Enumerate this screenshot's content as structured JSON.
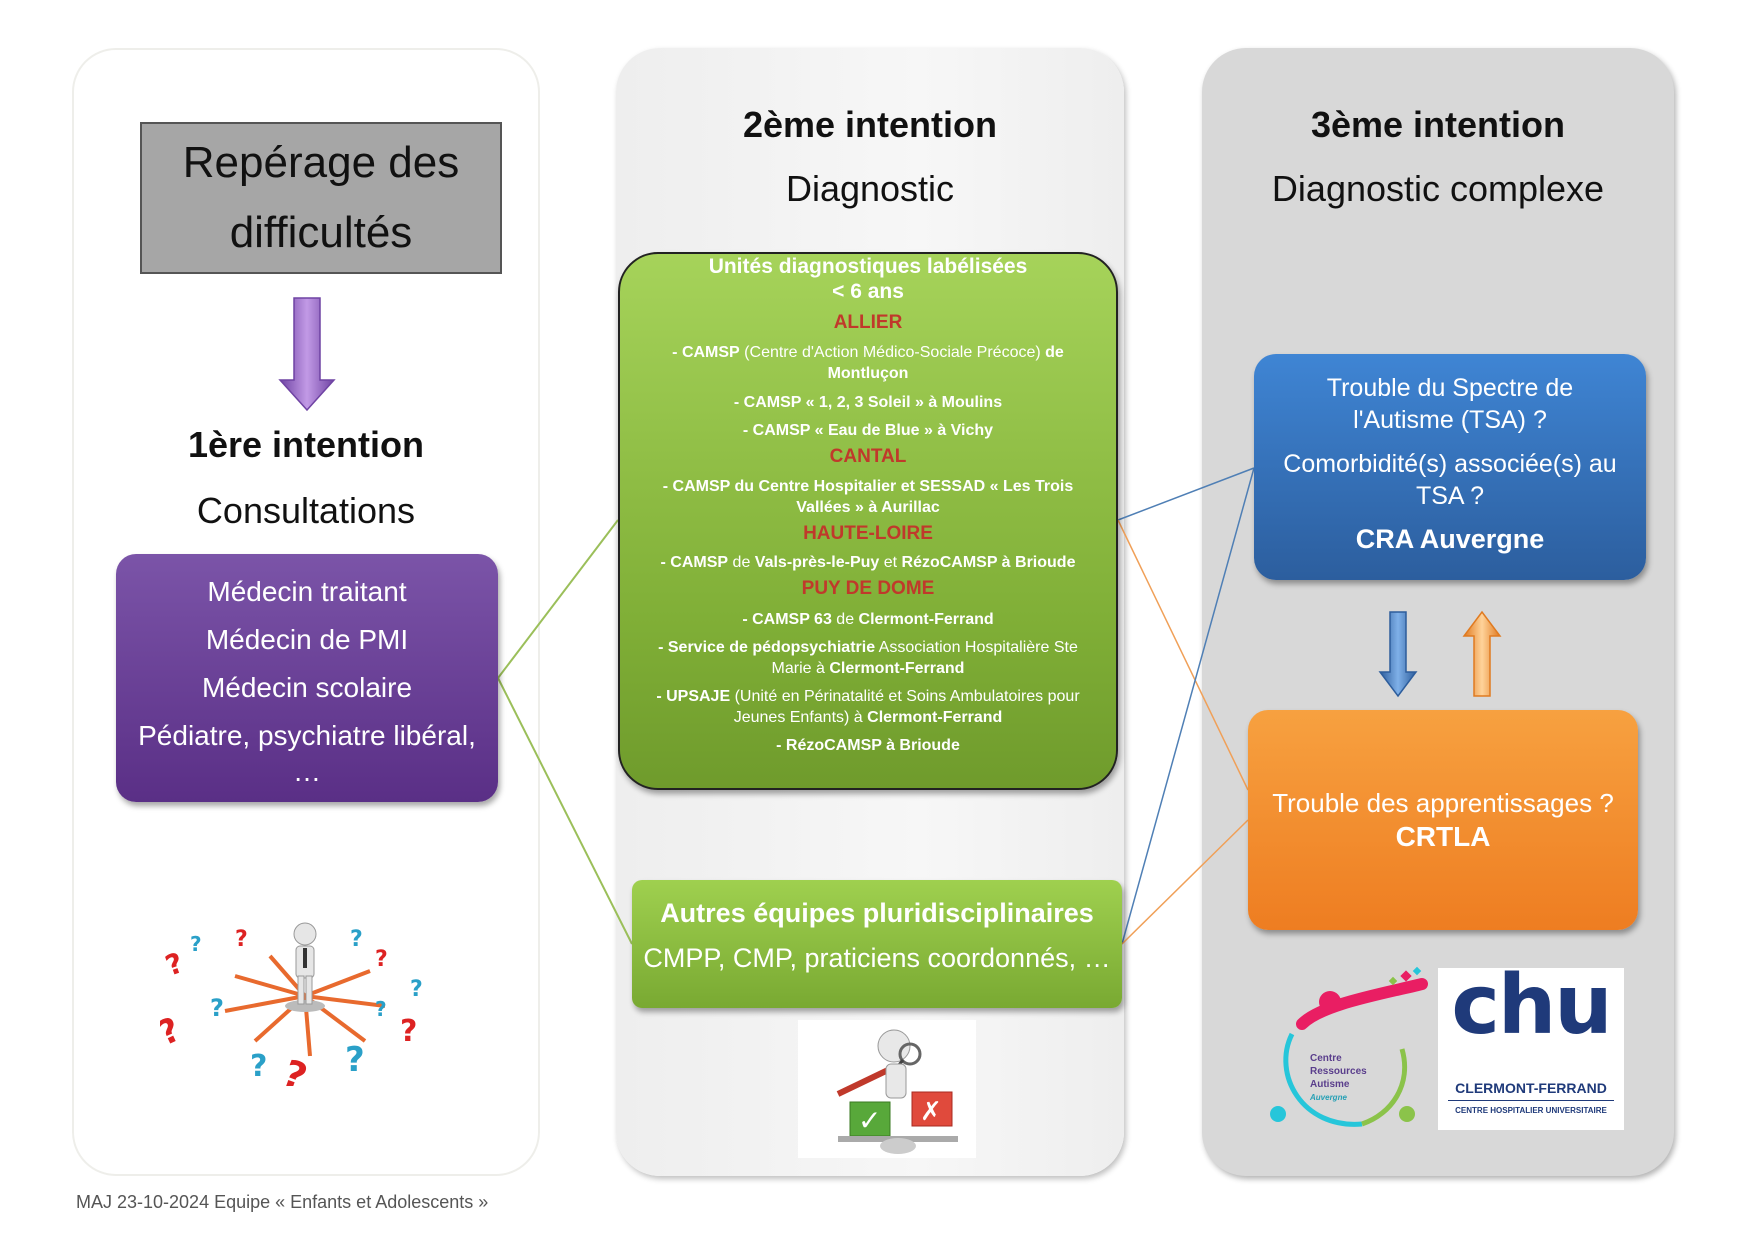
{
  "col1": {
    "reperage": "Repérage des difficultés",
    "title": "1ère intention",
    "subtitle": "Consultations",
    "consult_items": [
      "Médecin traitant",
      "Médecin de PMI",
      "Médecin scolaire",
      "Pédiatre, psychiatre libéral, …"
    ],
    "illustration": "figure-question-marks-icon"
  },
  "col2": {
    "title": "2ème intention",
    "subtitle": "Diagnostic",
    "units_title": "Unités diagnostiques labélisées",
    "units_sub": "< 6 ans",
    "allier": "ALLIER",
    "allier_1a": "- CAMSP",
    "allier_1b": " (Centre d'Action Médico-Sociale Précoce) ",
    "allier_1c": "de Montluçon",
    "allier_2": "- CAMSP « 1, 2, 3 Soleil » à Moulins",
    "allier_3": "- CAMSP « Eau de Blue » à Vichy",
    "cantal": "CANTAL",
    "cantal_1": "- CAMSP du Centre Hospitalier et SESSAD « Les Trois Vallées » à Aurillac",
    "hl": "HAUTE-LOIRE",
    "hl_1a": "- CAMSP",
    "hl_1b": " de ",
    "hl_1c": "Vals-près-le-Puy",
    "hl_1d": " et ",
    "hl_1e": "RézoCAMSP à Brioude",
    "pdd": "PUY DE DOME",
    "pdd_1a": "- CAMSP 63",
    "pdd_1b": " de ",
    "pdd_1c": "Clermont-Ferrand",
    "pdd_2a": "- Service de pédopsychiatrie",
    "pdd_2b": " Association Hospitalière Ste Marie à ",
    "pdd_2c": "Clermont-Ferrand",
    "pdd_3a": "- UPSAJE",
    "pdd_3b": " (Unité en Périnatalité et Soins Ambulatoires pour Jeunes Enfants) à ",
    "pdd_3c": "Clermont-Ferrand",
    "pdd_4": "- RézoCAMSP à Brioude",
    "autres_title": "Autres équipes pluridisciplinaires",
    "autres_sub": "CMPP, CMP, praticiens coordonnés, …",
    "illustration": "figure-checkbox-icon"
  },
  "col3": {
    "title": "3ème intention",
    "subtitle": "Diagnostic complexe",
    "tsa_1": "Trouble du Spectre de l'Autisme (TSA) ?",
    "tsa_2": "Comorbidité(s) associée(s) au TSA ?",
    "tsa_3": "CRA Auvergne",
    "app_1": "Trouble des apprentissages ?",
    "app_2": "CRTLA",
    "cra_logo": [
      "Centre",
      "Ressources",
      "Autisme",
      "Auvergne"
    ],
    "chu_logo": [
      "chu",
      "CLERMONT-FERRAND",
      "CENTRE HOSPITALIER UNIVERSITAIRE"
    ]
  },
  "footer": "MAJ 23-10-2024 Equipe « Enfants et Adolescents »",
  "colors": {
    "purple": "#6a3f98",
    "green": "#8cbf45",
    "blue": "#3570b8",
    "orange": "#f28a2e",
    "dept_red": "#c0392b",
    "line_green": "#9bbf5a",
    "line_blue": "#4f7fb5",
    "line_orange": "#f0a058"
  }
}
